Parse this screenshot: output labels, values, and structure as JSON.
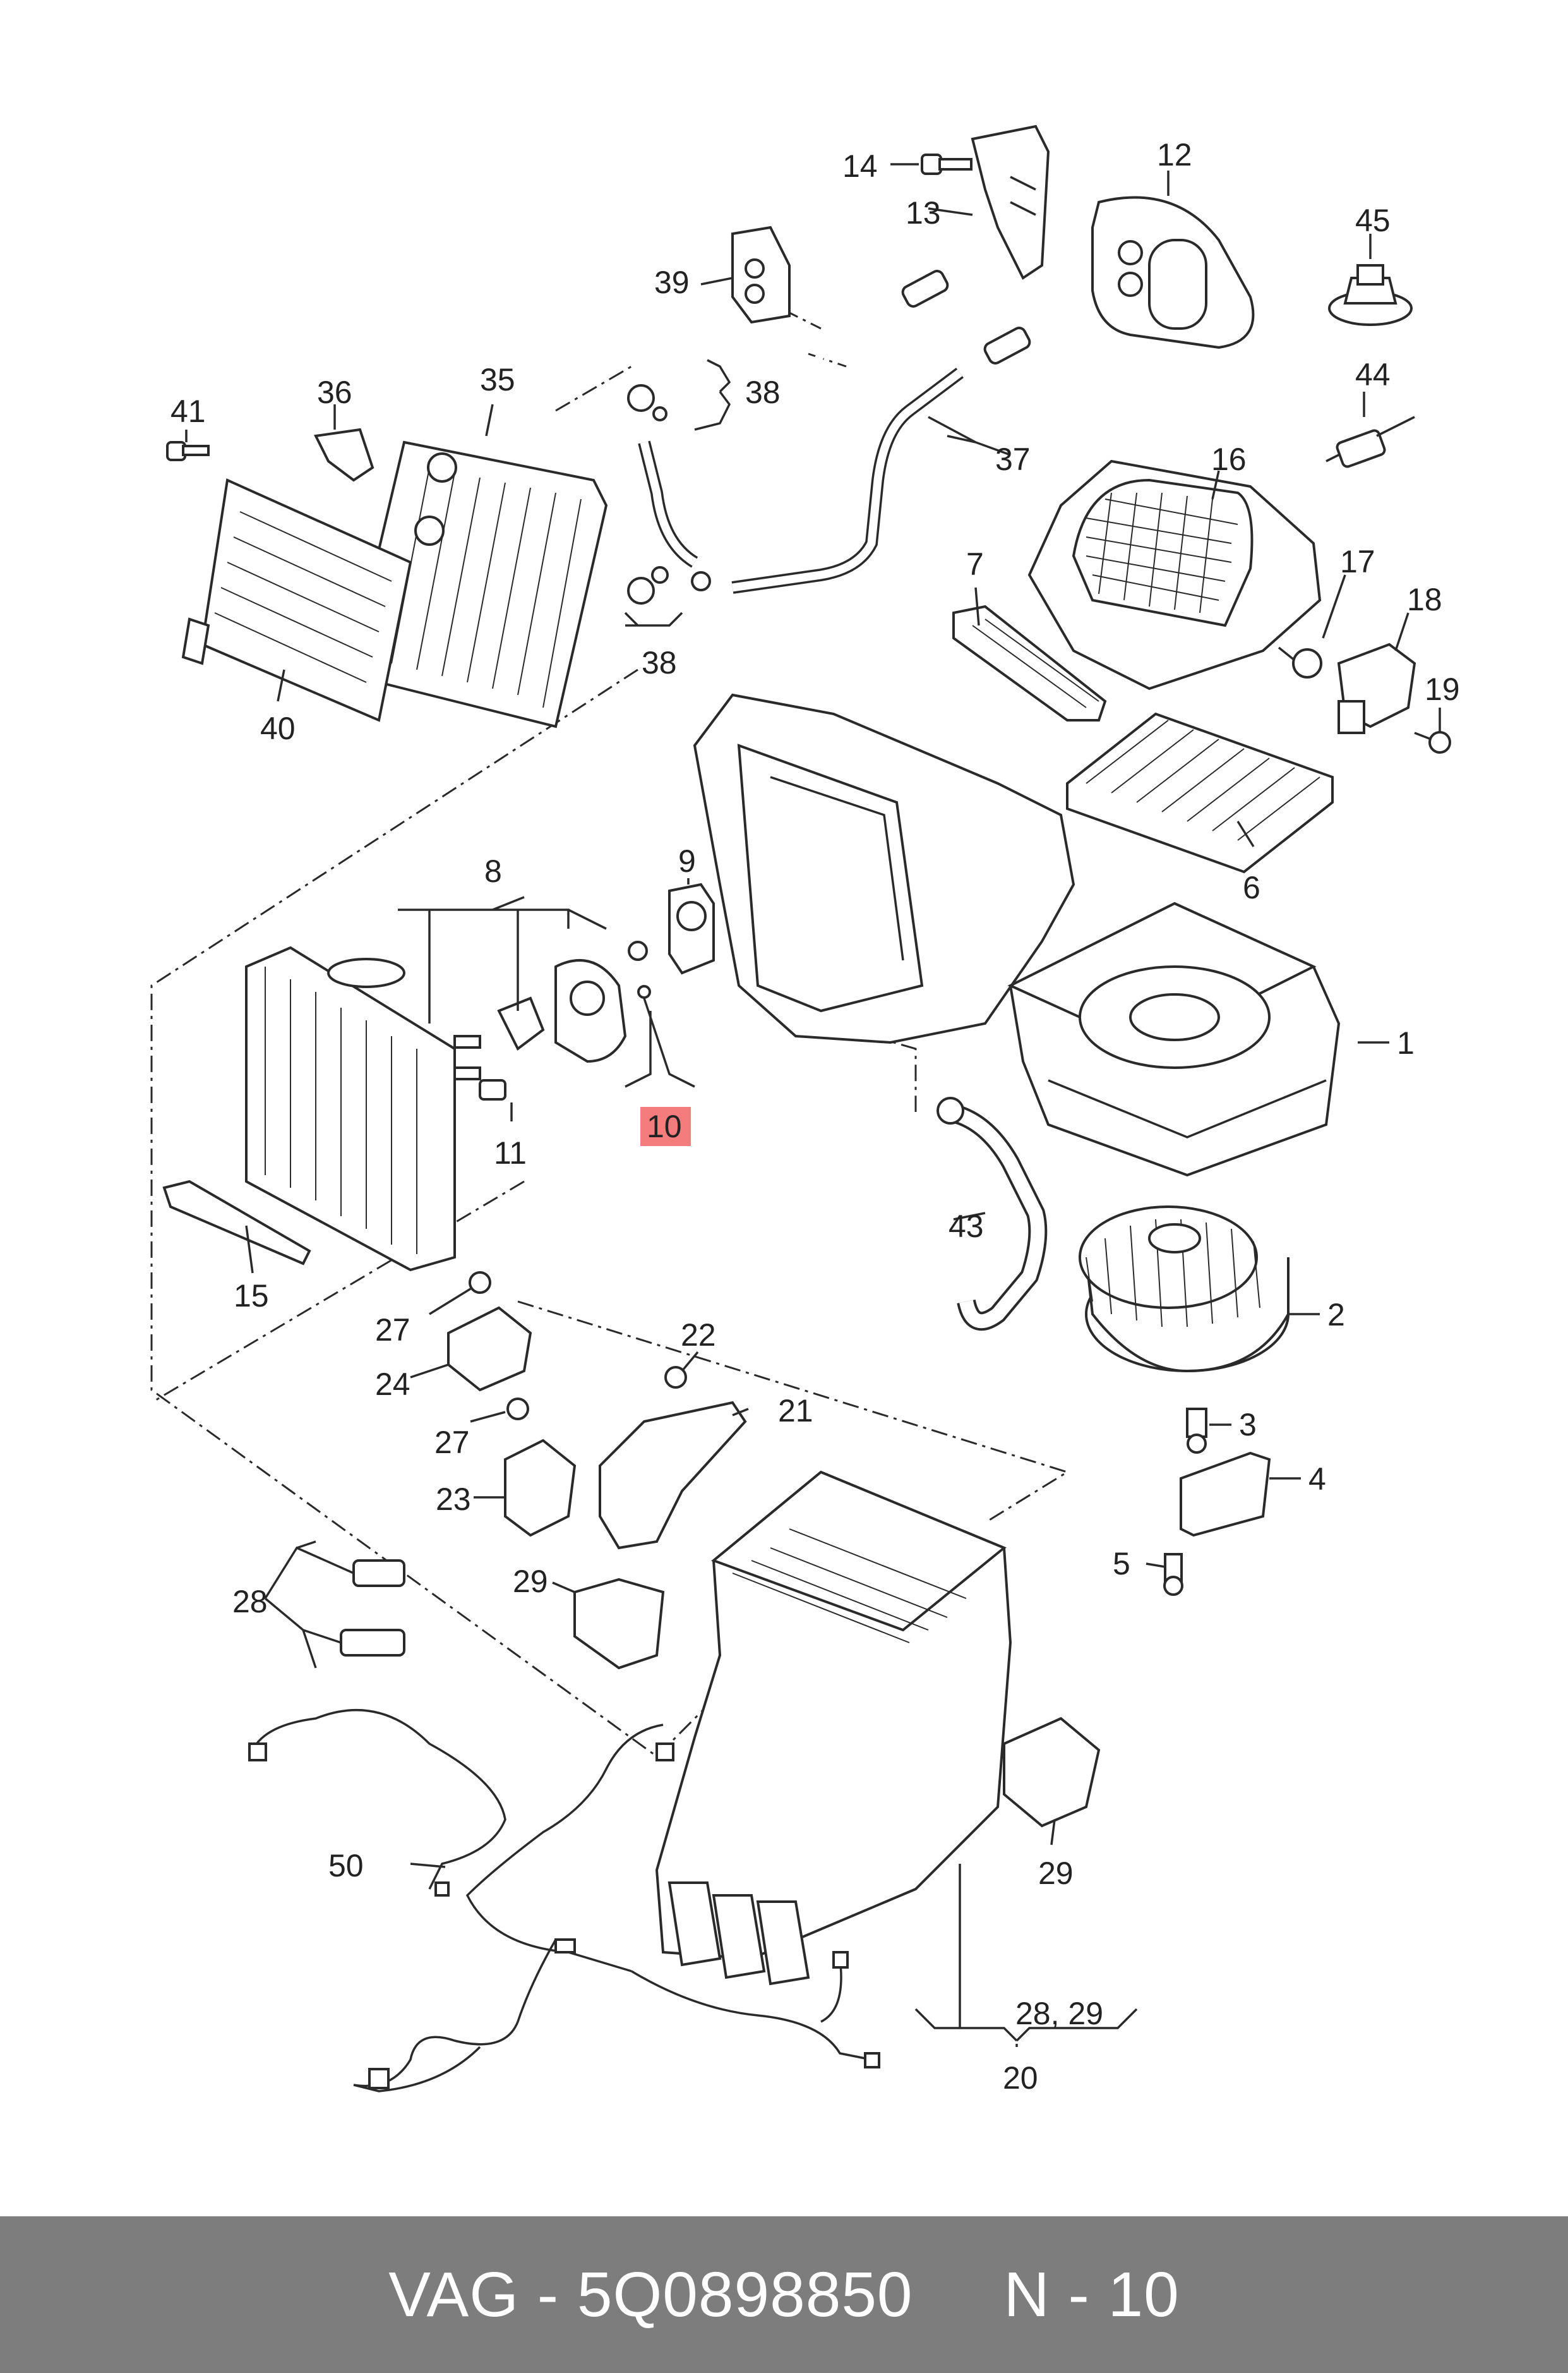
{
  "callouts": {
    "c1": "1",
    "c2": "2",
    "c3": "3",
    "c4": "4",
    "c5": "5",
    "c6": "6",
    "c7": "7",
    "c8": "8",
    "c9": "9",
    "c10": "10",
    "c11": "11",
    "c12": "12",
    "c13": "13",
    "c14": "14",
    "c15": "15",
    "c16": "16",
    "c17": "17",
    "c18": "18",
    "c19": "19",
    "c20": "20",
    "c21": "21",
    "c22": "22",
    "c23": "23",
    "c24": "24",
    "c27a": "27",
    "c27b": "27",
    "c28": "28",
    "c2829": "28, 29",
    "c29a": "29",
    "c29b": "29",
    "c35": "35",
    "c36": "36",
    "c37": "37",
    "c38a": "38",
    "c38b": "38",
    "c39": "39",
    "c40": "40",
    "c41": "41",
    "c43": "43",
    "c44": "44",
    "c45": "45",
    "c50": "50"
  },
  "highlight": {
    "label": "10",
    "color": "#f47c7c"
  },
  "footer": {
    "text": "VAG - 5Q0898850     N - 10",
    "background": "#7d7d7d",
    "text_color": "#ffffff"
  }
}
